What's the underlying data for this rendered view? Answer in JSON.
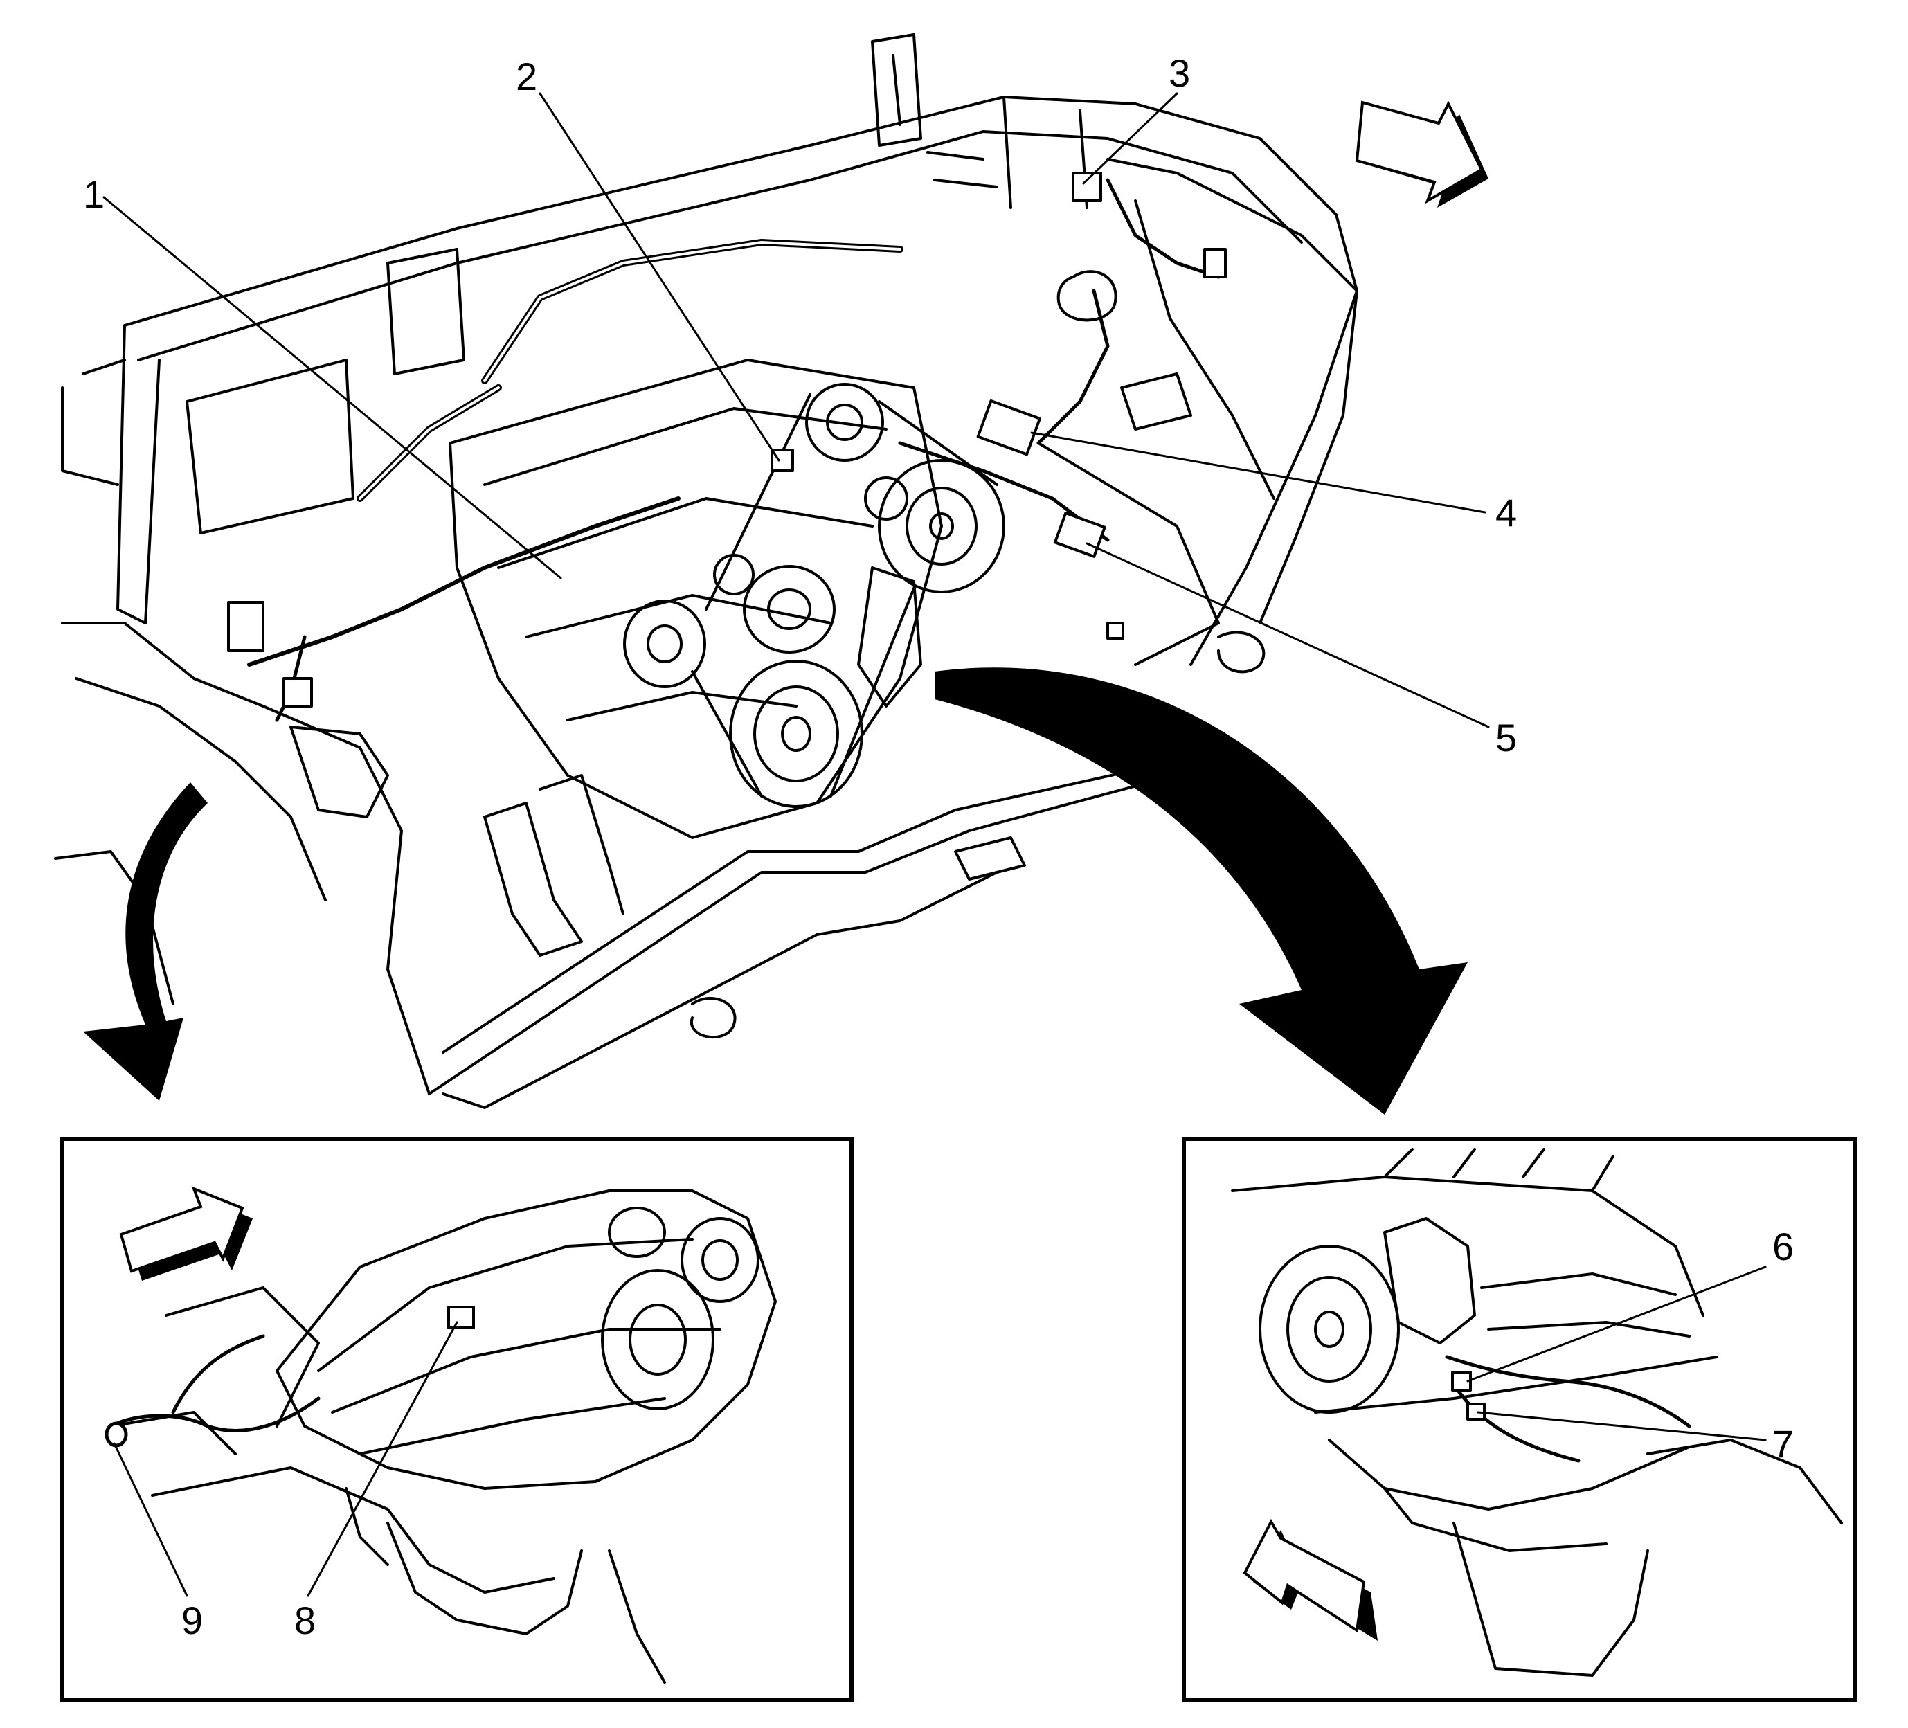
{
  "callouts": {
    "c1": "1",
    "c2": "2",
    "c3": "3",
    "c4": "4",
    "c5": "5",
    "c6": "6",
    "c7": "7",
    "c8": "8",
    "c9": "9"
  },
  "colors": {
    "line": "#000000",
    "background": "#ffffff",
    "arrow_fill": "#ffffff"
  },
  "icons": [
    "direction-arrow-icon",
    "swoosh-arrow-icon"
  ]
}
